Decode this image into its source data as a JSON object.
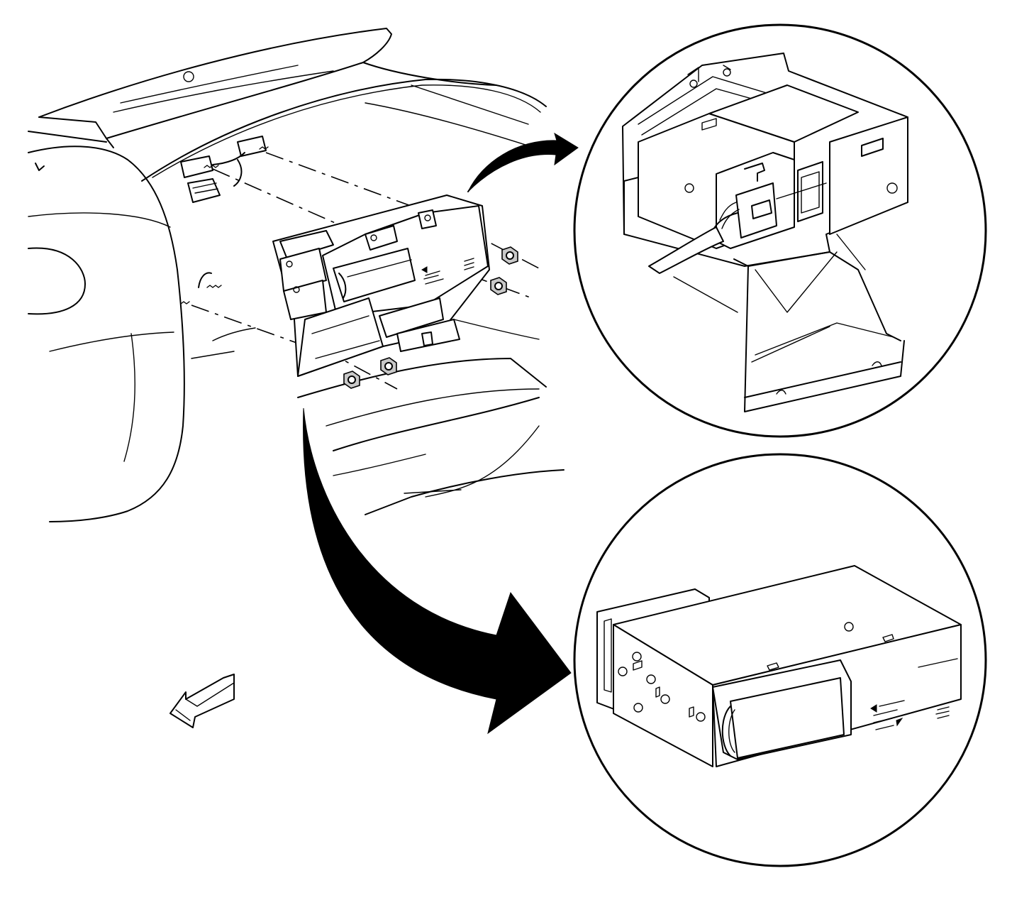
{
  "figure": {
    "kind": "service-manual-exploded-view",
    "labels": [],
    "callouts": [
      {
        "name": "connector-detail-view"
      },
      {
        "name": "cd-changer-detail-view"
      }
    ],
    "front_direction_arrow": "front-of-vehicle-arrow-icon"
  }
}
